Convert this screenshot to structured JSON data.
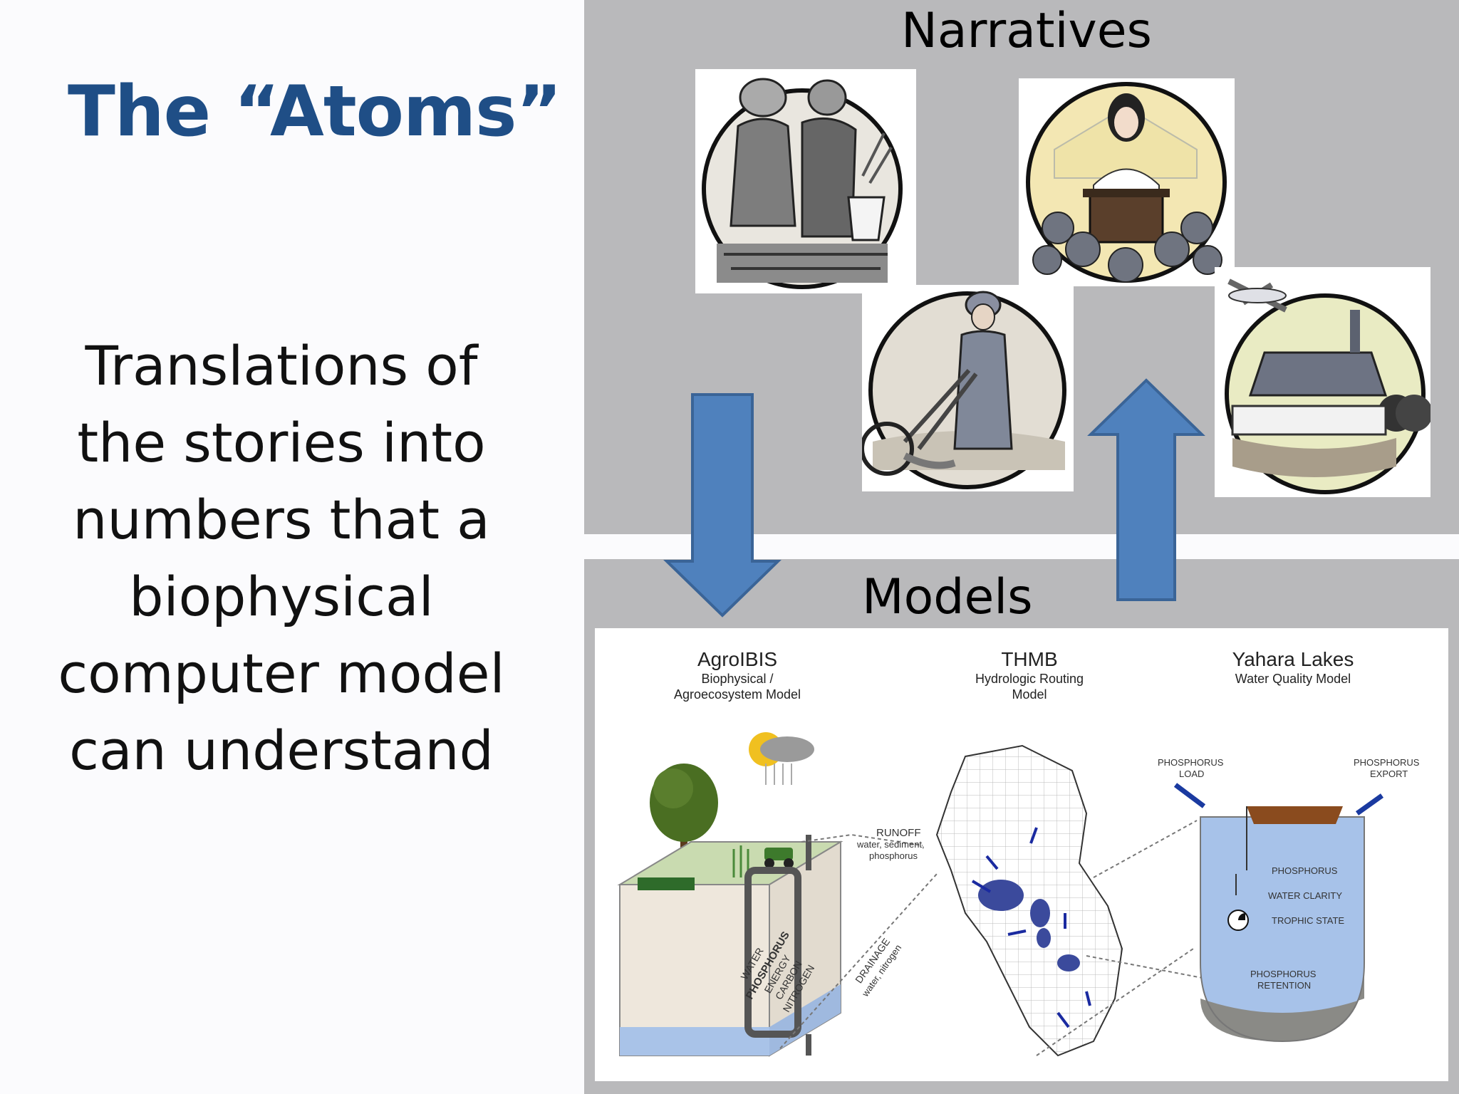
{
  "slide": {
    "title": "The “Atoms”",
    "body_lines": [
      "Translations of",
      "the stories into",
      "numbers that a",
      "biophysical",
      "computer model",
      "can understand"
    ]
  },
  "narratives": {
    "title": "Narratives"
  },
  "models": {
    "title": "Models",
    "agroibis": {
      "name": "AgroIBIS",
      "line1": "Biophysical /",
      "line2": "Agroecosystem Model"
    },
    "thmb": {
      "name": "THMB",
      "line1": "Hydrologic Routing",
      "line2": "Model"
    },
    "yahara": {
      "name": "Yahara Lakes",
      "line1": "Water Quality Model"
    },
    "labels": {
      "runoff": "RUNOFF",
      "runoff_sub1": "water, sediment,",
      "runoff_sub2": "phosphorus",
      "drainage": "DRAINAGE",
      "drainage_sub": "water, nitrogen",
      "water": "WATER",
      "phosphorus": "PHOSPHORUS",
      "energy": "ENERGY",
      "carbon": "CARBON",
      "nitrogen": "NITROGEN",
      "p_load1": "PHOSPHORUS",
      "p_load2": "LOAD",
      "p_export1": "PHOSPHORUS",
      "p_export2": "EXPORT",
      "lake_p": "PHOSPHORUS",
      "lake_clarity": "WATER CLARITY",
      "lake_trophic": "TROPHIC STATE",
      "retention1": "PHOSPHORUS",
      "retention2": "RETENTION"
    }
  },
  "colors": {
    "title": "#1f4e86",
    "arrow": "#4f81bd",
    "arrow_stroke": "#3a6497",
    "panel": "#b9b9bb"
  }
}
